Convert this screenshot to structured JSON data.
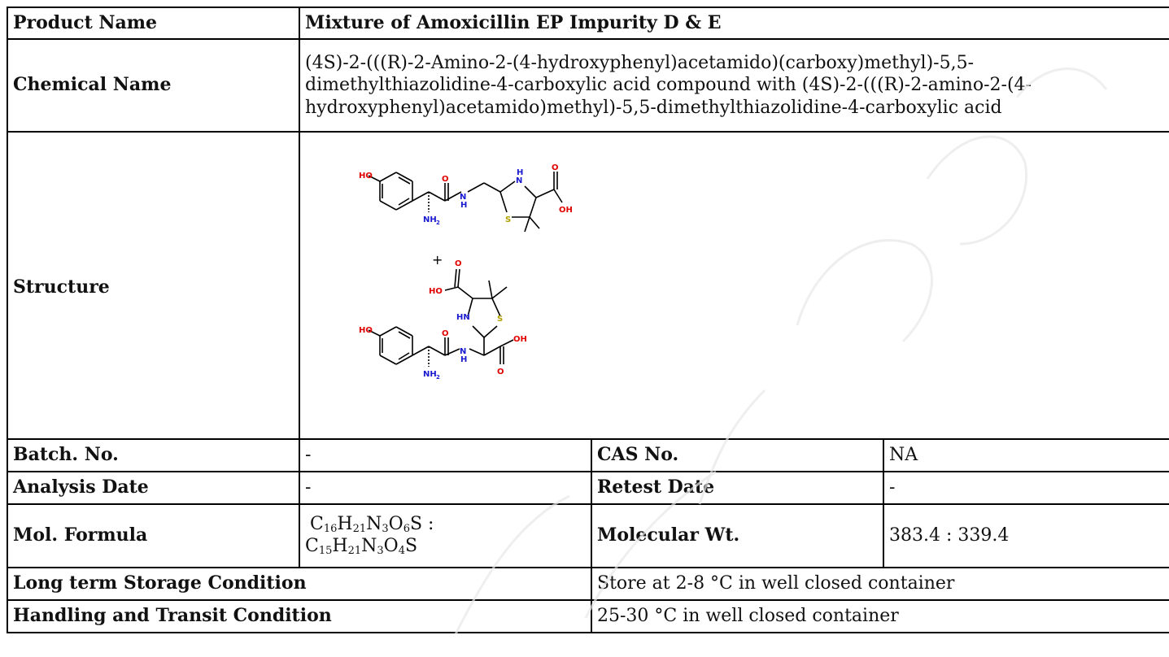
{
  "rows": {
    "product_name": {
      "label": "Product Name",
      "value": "Mixture of Amoxicillin EP Impurity D & E"
    },
    "chemical_name": {
      "label": "Chemical Name",
      "value": "(4S)-2-(((R)-2-Amino-2-(4-hydroxyphenyl)acetamido)(carboxy)methyl)-5,5-dimethylthiazolidine-4-carboxylic acid compound with (4S)-2-(((R)-2-amino-2-(4-hydroxyphenyl)acetamido)methyl)-5,5-dimethylthiazolidine-4-carboxylic acid"
    },
    "structure": {
      "label": "Structure",
      "atoms": {
        "ho": "HO",
        "o": "O",
        "nh": "N",
        "h": "H",
        "nh2": "NH",
        "two": "2",
        "s": "S",
        "oh": "OH",
        "hn": "HN"
      },
      "plus": "+"
    },
    "batch": {
      "label": "Batch. No.",
      "value": "-"
    },
    "cas": {
      "label": "CAS No.",
      "value": "NA"
    },
    "analysis_date": {
      "label": "Analysis Date",
      "value": "-"
    },
    "retest_date": {
      "label": "Retest Date",
      "value": "-"
    },
    "mol_formula": {
      "label": "Mol. Formula",
      "line1": {
        "c": "C",
        "c_n": "16",
        "h": "H",
        "h_n": "21",
        "n": "N",
        "n_n": "3",
        "o": "O",
        "o_n": "6",
        "s": "S",
        "sep": " :"
      },
      "line2": {
        "c": "C",
        "c_n": "15",
        "h": "H",
        "h_n": "21",
        "n": "N",
        "n_n": "3",
        "o": "O",
        "o_n": "4",
        "s": "S"
      }
    },
    "mol_wt": {
      "label": "Molecular Wt.",
      "value": "383.4 : 339.4"
    },
    "storage": {
      "label": "Long term Storage Condition",
      "value": "Store at 2-8 °C in well closed container"
    },
    "handling": {
      "label": "Handling and Transit Condition",
      "value": "25-30 °C in well closed container"
    }
  },
  "colors": {
    "oxygen": "#e00000",
    "nitrogen": "#1a1ad0",
    "sulfur": "#b0a000",
    "bond": "#000000"
  }
}
